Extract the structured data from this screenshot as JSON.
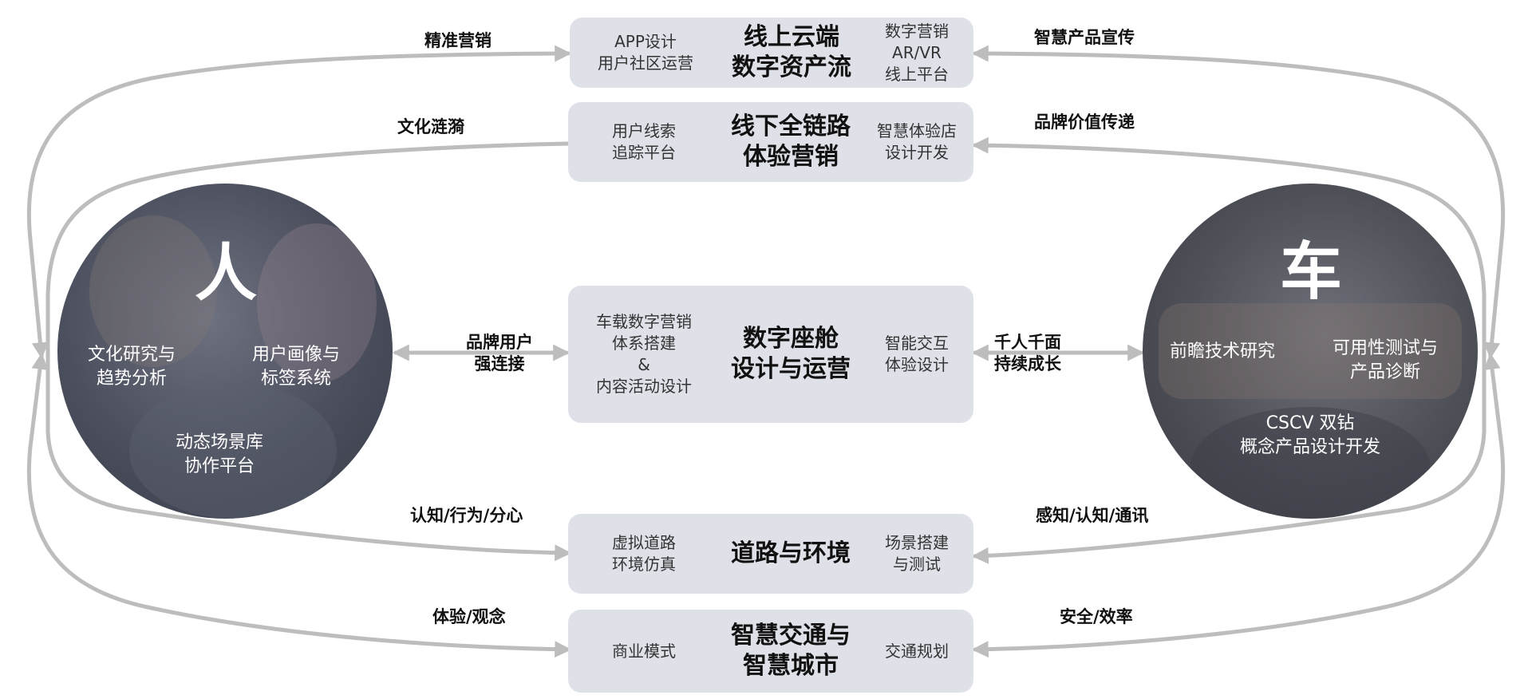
{
  "boxes": [
    {
      "id": "cloud",
      "left": [
        "APP设计",
        "用户社区运营"
      ],
      "title": [
        "线上云端",
        "数字资产流"
      ],
      "right": [
        "数字营销",
        "AR/VR",
        "线上平台"
      ]
    },
    {
      "id": "offline",
      "left": [
        "用户线索",
        "追踪平台"
      ],
      "title": [
        "线下全链路",
        "体验营销"
      ],
      "right": [
        "智慧体验店",
        "设计开发"
      ]
    },
    {
      "id": "cockpit",
      "left": [
        "车载数字营销",
        "体系搭建",
        "&",
        "内容活动设计"
      ],
      "title": [
        "数字座舱",
        "设计与运营"
      ],
      "right": [
        "智能交互",
        "体验设计"
      ]
    },
    {
      "id": "road",
      "left": [
        "虚拟道路",
        "环境仿真"
      ],
      "title": [
        "道路与环境"
      ],
      "right": [
        "场景搭建",
        "与测试"
      ]
    },
    {
      "id": "city",
      "left": [
        "商业模式"
      ],
      "title": [
        "智慧交通与",
        "智慧城市"
      ],
      "right": [
        "交通规划"
      ]
    }
  ],
  "person_circle": {
    "title": "人",
    "items": [
      [
        "文化研究与",
        "趋势分析"
      ],
      [
        "用户画像与",
        "标签系统"
      ],
      [
        "动态场景库",
        "协作平台"
      ]
    ]
  },
  "car_circle": {
    "title": "车",
    "items": [
      [
        "前瞻技术研究"
      ],
      [
        "可用性测试与",
        "产品诊断"
      ],
      [
        "CSCV 双钻",
        "概念产品设计开发"
      ]
    ]
  },
  "arrow_labels": {
    "precise_marketing": "精准营销",
    "culture_ripple": "文化涟漪",
    "brand_user_1": "品牌用户",
    "brand_user_2": "强连接",
    "cognition": "认知/行为/分心",
    "experience": "体验/观念",
    "smart_promo": "智慧产品宣传",
    "brand_value": "品牌价值传递",
    "thousand_1": "千人千面",
    "thousand_2": "持续成长",
    "perception": "感知/认知/通讯",
    "safety": "安全/效率"
  },
  "colors": {
    "box": "#dfe1e9",
    "arrow": "#bdbdbd",
    "circle_text": "#ffffff"
  }
}
